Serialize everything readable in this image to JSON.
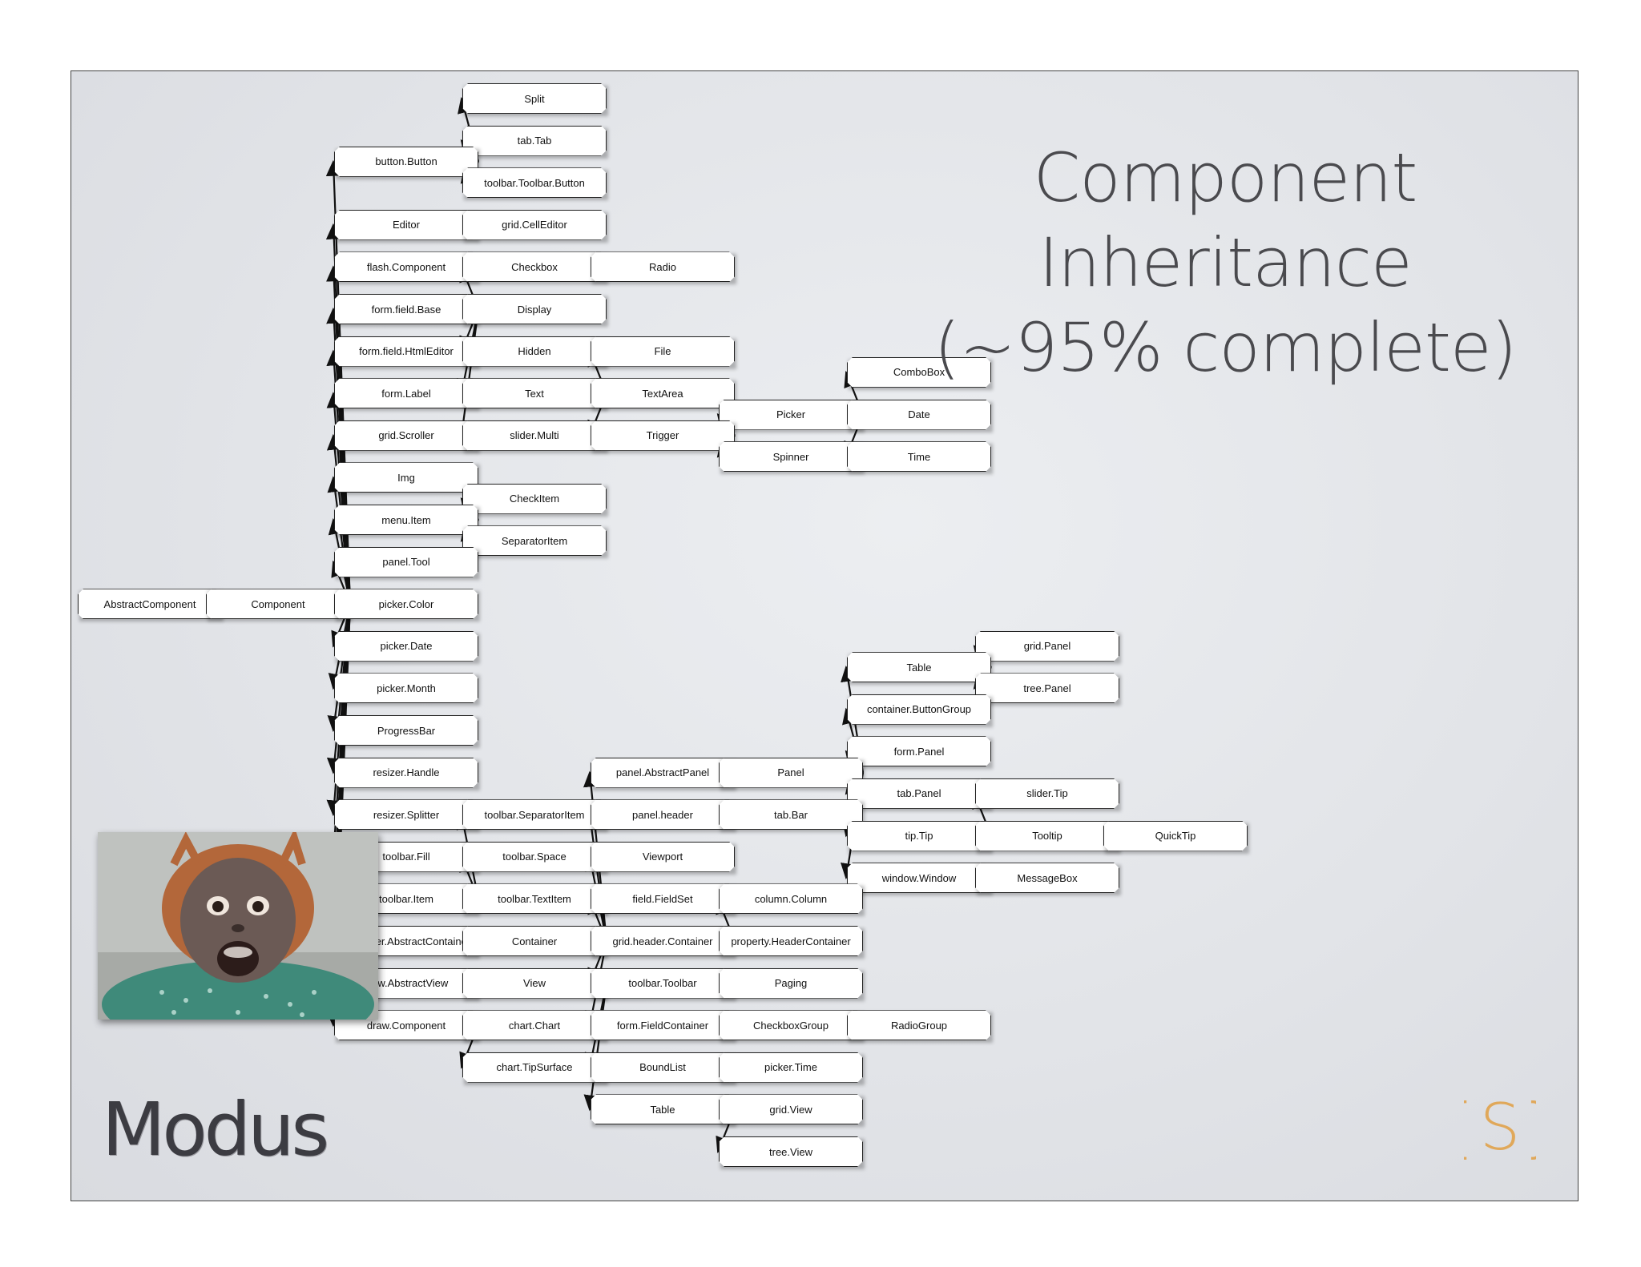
{
  "title_line1": "Component Inheritance",
  "title_line2": "(~95% complete)",
  "brand": "Modus",
  "logo": {
    "icon": "curly-brace-s-logo",
    "text": "{S}",
    "color": "#e0a85a"
  },
  "photo": {
    "subject": "baby-orangutan-photo"
  },
  "colors": {
    "line": "#111111",
    "node_fill": "#ffffff",
    "node_border": "#222222"
  },
  "nodes": [
    {
      "id": "split",
      "label": "Split"
    },
    {
      "id": "tabtab",
      "label": "tab.Tab"
    },
    {
      "id": "button",
      "label": "button.Button"
    },
    {
      "id": "tbbutton",
      "label": "toolbar.Toolbar.Button"
    },
    {
      "id": "editor",
      "label": "Editor"
    },
    {
      "id": "celleditor",
      "label": "grid.CellEditor"
    },
    {
      "id": "flash",
      "label": "flash.Component"
    },
    {
      "id": "checkbox",
      "label": "Checkbox"
    },
    {
      "id": "radio",
      "label": "Radio"
    },
    {
      "id": "fieldbase",
      "label": "form.field.Base"
    },
    {
      "id": "display",
      "label": "Display"
    },
    {
      "id": "htmleditor",
      "label": "form.field.HtmlEditor"
    },
    {
      "id": "hidden",
      "label": "Hidden"
    },
    {
      "id": "file",
      "label": "File"
    },
    {
      "id": "combobox",
      "label": "ComboBox"
    },
    {
      "id": "formlabel",
      "label": "form.Label"
    },
    {
      "id": "text",
      "label": "Text"
    },
    {
      "id": "textarea",
      "label": "TextArea"
    },
    {
      "id": "picker",
      "label": "Picker"
    },
    {
      "id": "date",
      "label": "Date"
    },
    {
      "id": "gridscroller",
      "label": "grid.Scroller"
    },
    {
      "id": "slidermulti",
      "label": "slider.Multi"
    },
    {
      "id": "trigger",
      "label": "Trigger"
    },
    {
      "id": "spinner",
      "label": "Spinner"
    },
    {
      "id": "time",
      "label": "Time"
    },
    {
      "id": "img",
      "label": "Img"
    },
    {
      "id": "checkitem",
      "label": "CheckItem"
    },
    {
      "id": "menuitem",
      "label": "menu.Item"
    },
    {
      "id": "sepitem",
      "label": "SeparatorItem"
    },
    {
      "id": "paneltool",
      "label": "panel.Tool"
    },
    {
      "id": "abstractcomponent",
      "label": "AbstractComponent"
    },
    {
      "id": "component",
      "label": "Component"
    },
    {
      "id": "pickercolor",
      "label": "picker.Color"
    },
    {
      "id": "pickerdate",
      "label": "picker.Date"
    },
    {
      "id": "gridpanel",
      "label": "grid.Panel"
    },
    {
      "id": "table1",
      "label": "Table"
    },
    {
      "id": "pickermonth",
      "label": "picker.Month"
    },
    {
      "id": "treepanel",
      "label": "tree.Panel"
    },
    {
      "id": "buttongroup",
      "label": "container.ButtonGroup"
    },
    {
      "id": "progressbar",
      "label": "ProgressBar"
    },
    {
      "id": "formpanel",
      "label": "form.Panel"
    },
    {
      "id": "resizerhandle",
      "label": "resizer.Handle"
    },
    {
      "id": "abstractpanel",
      "label": "panel.AbstractPanel"
    },
    {
      "id": "panel",
      "label": "Panel"
    },
    {
      "id": "tabpanel",
      "label": "tab.Panel"
    },
    {
      "id": "slidertip",
      "label": "slider.Tip"
    },
    {
      "id": "resizersplitter",
      "label": "resizer.Splitter"
    },
    {
      "id": "tbsepitem",
      "label": "toolbar.SeparatorItem"
    },
    {
      "id": "panelheader",
      "label": "panel.header"
    },
    {
      "id": "tabbar",
      "label": "tab.Bar"
    },
    {
      "id": "tiptip",
      "label": "tip.Tip"
    },
    {
      "id": "tooltip",
      "label": "Tooltip"
    },
    {
      "id": "quicktip",
      "label": "QuickTip"
    },
    {
      "id": "tbfill",
      "label": "toolbar.Fill"
    },
    {
      "id": "tbspace",
      "label": "toolbar.Space"
    },
    {
      "id": "viewport",
      "label": "Viewport"
    },
    {
      "id": "window",
      "label": "window.Window"
    },
    {
      "id": "messagebox",
      "label": "MessageBox"
    },
    {
      "id": "tbitem",
      "label": "toolbar.Item"
    },
    {
      "id": "tbtextitem",
      "label": "toolbar.TextItem"
    },
    {
      "id": "fieldset",
      "label": "field.FieldSet"
    },
    {
      "id": "column",
      "label": "column.Column"
    },
    {
      "id": "abscontainer",
      "label": "container.AbstractContainer"
    },
    {
      "id": "container",
      "label": "Container"
    },
    {
      "id": "headercontainer",
      "label": "grid.header.Container"
    },
    {
      "id": "propheader",
      "label": "property.HeaderContainer"
    },
    {
      "id": "absview",
      "label": "view.AbstractView"
    },
    {
      "id": "view",
      "label": "View"
    },
    {
      "id": "toolbar",
      "label": "toolbar.Toolbar"
    },
    {
      "id": "paging",
      "label": "Paging"
    },
    {
      "id": "drawcomp",
      "label": "draw.Component"
    },
    {
      "id": "chart",
      "label": "chart.Chart"
    },
    {
      "id": "fieldcontainer",
      "label": "form.FieldContainer"
    },
    {
      "id": "checkboxgroup",
      "label": "CheckboxGroup"
    },
    {
      "id": "radiogroup",
      "label": "RadioGroup"
    },
    {
      "id": "tipsurface",
      "label": "chart.TipSurface"
    },
    {
      "id": "boundlist",
      "label": "BoundList"
    },
    {
      "id": "pickertime",
      "label": "picker.Time"
    },
    {
      "id": "table2",
      "label": "Table"
    },
    {
      "id": "gridview",
      "label": "grid.View"
    },
    {
      "id": "treeview",
      "label": "tree.View"
    }
  ],
  "edges": [
    [
      "abstractcomponent",
      "component"
    ],
    [
      "component",
      "button"
    ],
    [
      "component",
      "editor"
    ],
    [
      "component",
      "flash"
    ],
    [
      "component",
      "fieldbase"
    ],
    [
      "component",
      "htmleditor"
    ],
    [
      "component",
      "formlabel"
    ],
    [
      "component",
      "gridscroller"
    ],
    [
      "component",
      "img"
    ],
    [
      "component",
      "menuitem"
    ],
    [
      "component",
      "paneltool"
    ],
    [
      "component",
      "pickercolor"
    ],
    [
      "component",
      "pickerdate"
    ],
    [
      "component",
      "pickermonth"
    ],
    [
      "component",
      "progressbar"
    ],
    [
      "component",
      "resizerhandle"
    ],
    [
      "component",
      "resizersplitter"
    ],
    [
      "component",
      "tbfill"
    ],
    [
      "component",
      "tbitem"
    ],
    [
      "component",
      "abscontainer"
    ],
    [
      "component",
      "absview"
    ],
    [
      "component",
      "drawcomp"
    ],
    [
      "button",
      "split"
    ],
    [
      "button",
      "tabtab"
    ],
    [
      "button",
      "tbbutton"
    ],
    [
      "editor",
      "celleditor"
    ],
    [
      "fieldbase",
      "checkbox"
    ],
    [
      "fieldbase",
      "display"
    ],
    [
      "fieldbase",
      "hidden"
    ],
    [
      "fieldbase",
      "text"
    ],
    [
      "checkbox",
      "radio"
    ],
    [
      "text",
      "file"
    ],
    [
      "text",
      "textarea"
    ],
    [
      "text",
      "trigger"
    ],
    [
      "trigger",
      "picker"
    ],
    [
      "trigger",
      "spinner"
    ],
    [
      "picker",
      "combobox"
    ],
    [
      "picker",
      "date"
    ],
    [
      "picker",
      "time"
    ],
    [
      "fieldbase",
      "slidermulti"
    ],
    [
      "menuitem",
      "checkitem"
    ],
    [
      "menuitem",
      "sepitem"
    ],
    [
      "tbitem",
      "tbsepitem"
    ],
    [
      "tbitem",
      "tbspace"
    ],
    [
      "tbitem",
      "tbtextitem"
    ],
    [
      "abscontainer",
      "container"
    ],
    [
      "container",
      "abstractpanel"
    ],
    [
      "container",
      "panelheader"
    ],
    [
      "container",
      "viewport"
    ],
    [
      "container",
      "fieldset"
    ],
    [
      "container",
      "headercontainer"
    ],
    [
      "container",
      "toolbar"
    ],
    [
      "container",
      "fieldcontainer"
    ],
    [
      "abstractpanel",
      "panel"
    ],
    [
      "panelheader",
      "tabbar"
    ],
    [
      "panel",
      "table1"
    ],
    [
      "panel",
      "buttongroup"
    ],
    [
      "panel",
      "formpanel"
    ],
    [
      "panel",
      "tabpanel"
    ],
    [
      "panel",
      "tiptip"
    ],
    [
      "panel",
      "window"
    ],
    [
      "table1",
      "gridpanel"
    ],
    [
      "table1",
      "treepanel"
    ],
    [
      "tiptip",
      "slidertip"
    ],
    [
      "tiptip",
      "tooltip"
    ],
    [
      "tooltip",
      "quicktip"
    ],
    [
      "window",
      "messagebox"
    ],
    [
      "headercontainer",
      "column"
    ],
    [
      "headercontainer",
      "propheader"
    ],
    [
      "toolbar",
      "paging"
    ],
    [
      "fieldcontainer",
      "checkboxgroup"
    ],
    [
      "checkboxgroup",
      "radiogroup"
    ],
    [
      "absview",
      "view"
    ],
    [
      "view",
      "boundlist"
    ],
    [
      "view",
      "table2"
    ],
    [
      "boundlist",
      "pickertime"
    ],
    [
      "table2",
      "gridview"
    ],
    [
      "table2",
      "treeview"
    ],
    [
      "drawcomp",
      "chart"
    ],
    [
      "drawcomp",
      "tipsurface"
    ]
  ]
}
